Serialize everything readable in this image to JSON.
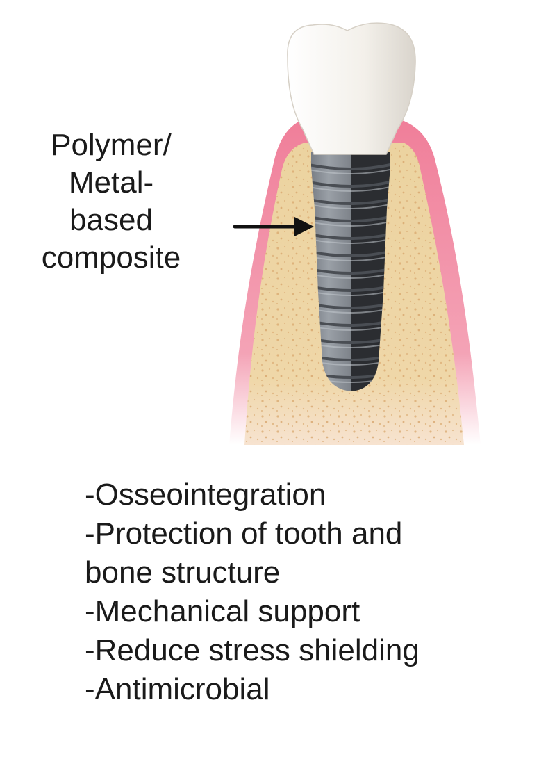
{
  "label": {
    "lines": [
      "Polymer/",
      "Metal-",
      "based",
      "composite"
    ]
  },
  "benefits": {
    "lines": [
      "-Osseointegration",
      "-Protection of tooth and",
      "bone structure",
      "-Mechanical support",
      "-Reduce stress shielding",
      "-Antimicrobial"
    ]
  },
  "illustration": {
    "parts": [
      "crown",
      "gum",
      "bone",
      "implant-screw",
      "pointer-arrow"
    ],
    "colors": {
      "crown": "#f4f1ec",
      "gum": "#f28aa2",
      "bone": "#ecd3a0",
      "implant_light": "#8a8f96",
      "implant_dark": "#2b2d31",
      "arrow": "#111111"
    }
  }
}
